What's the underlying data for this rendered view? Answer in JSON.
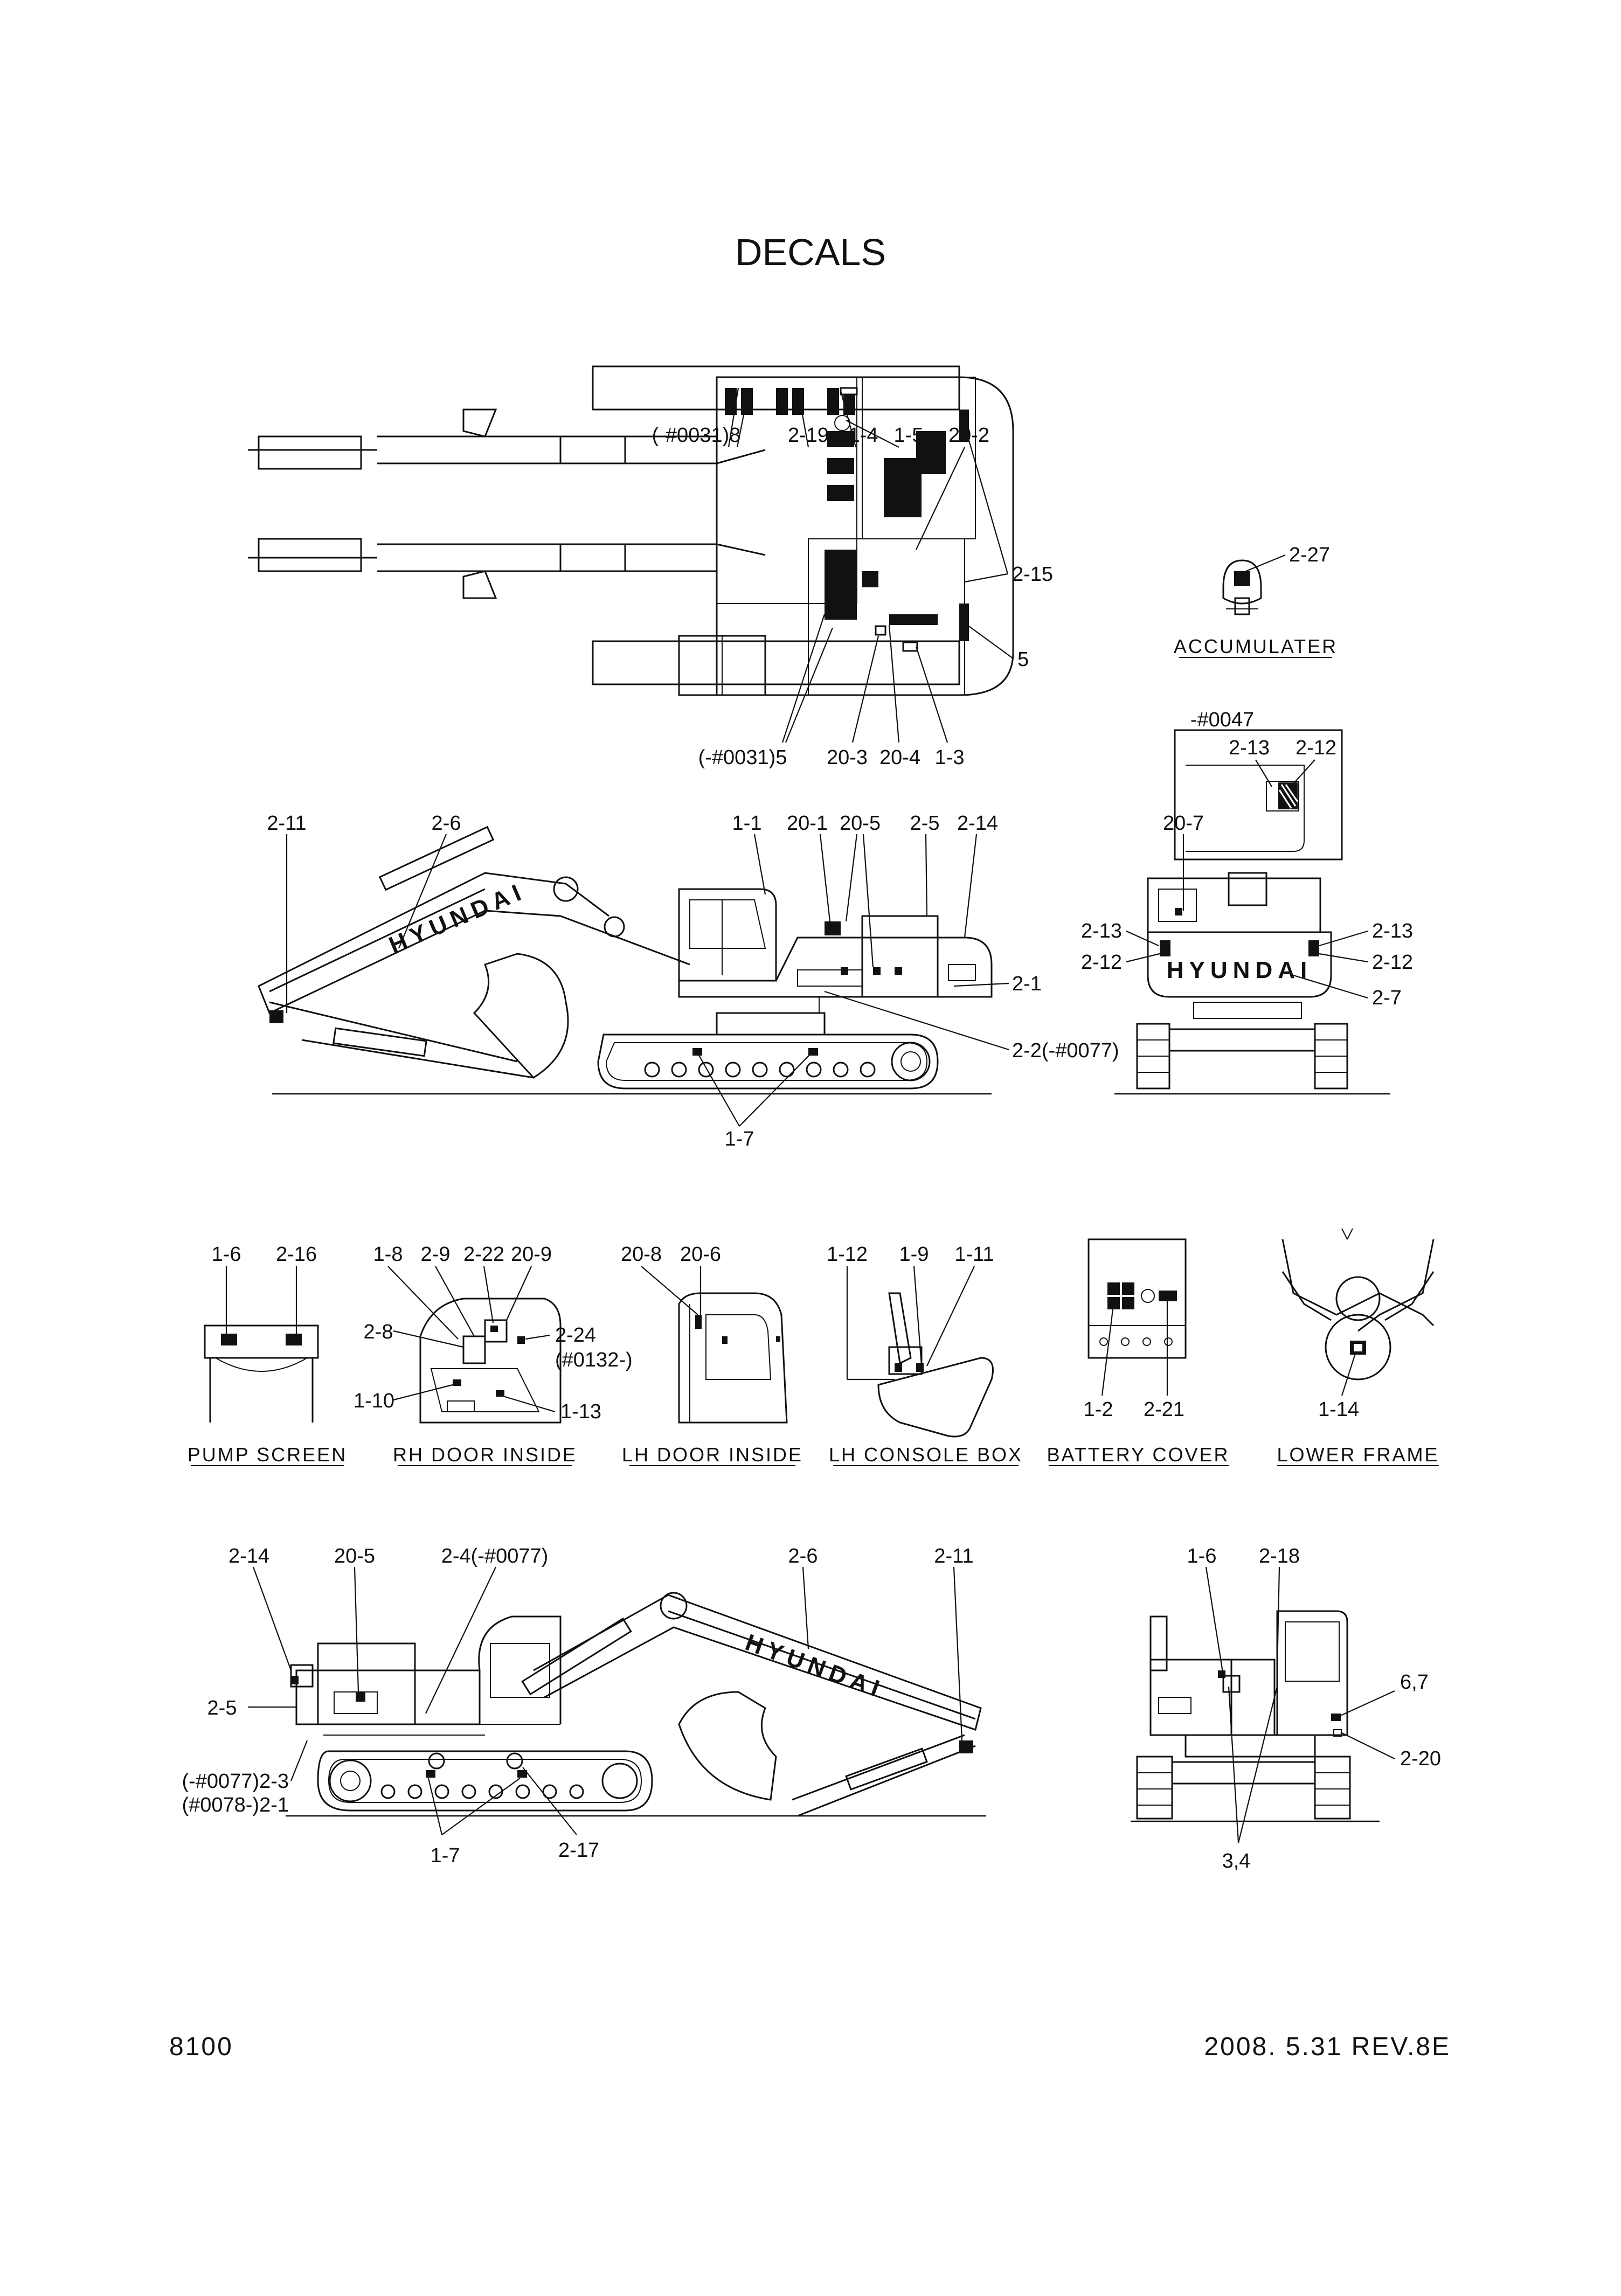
{
  "title": "DECALS",
  "footer": {
    "page_number": "8100",
    "revision": "2008. 5.31  REV.8E"
  },
  "top_view": {
    "callouts": [
      "(-#0031)8",
      "2-19",
      "1-4",
      "1-5",
      "20-2",
      "2-15",
      "5",
      "(-#0031)5",
      "20-3",
      "20-4",
      "1-3"
    ]
  },
  "accumulator": {
    "callout": "2-27",
    "caption": "ACCUMULATER"
  },
  "rear_view": {
    "serial_note": "-#0047",
    "callouts": [
      "2-13",
      "2-12",
      "20-7",
      "2-13",
      "2-12",
      "2-13",
      "2-12",
      "2-7"
    ],
    "brand": "HYUNDAI"
  },
  "left_side_view": {
    "callouts": [
      "2-11",
      "2-6",
      "1-1",
      "20-1",
      "20-5",
      "2-5",
      "2-14",
      "2-1",
      "2-2(-#0077)",
      "1-7"
    ],
    "brand": "HYUNDAI"
  },
  "details": [
    {
      "caption": "PUMP SCREEN",
      "callouts": [
        "1-6",
        "2-16"
      ]
    },
    {
      "caption": "RH DOOR INSIDE",
      "callouts": [
        "1-8",
        "2-9",
        "2-22",
        "20-9",
        "2-8",
        "2-24",
        "(#0132-)",
        "1-10",
        "1-13"
      ]
    },
    {
      "caption": "LH DOOR INSIDE",
      "callouts": [
        "20-8",
        "20-6"
      ]
    },
    {
      "caption": "LH CONSOLE BOX",
      "callouts": [
        "1-12",
        "1-9",
        "1-11"
      ]
    },
    {
      "caption": "BATTERY COVER",
      "callouts": [
        "1-2",
        "2-21"
      ]
    },
    {
      "caption": "LOWER FRAME",
      "callouts": [
        "1-14"
      ]
    }
  ],
  "right_side_view": {
    "callouts": [
      "2-14",
      "20-5",
      "2-4(-#0077)",
      "2-6",
      "2-11",
      "2-5",
      "(-#0077)2-3",
      "(#0078-)2-1",
      "1-7",
      "2-17"
    ],
    "brand": "HYUNDAI"
  },
  "front_view": {
    "callouts": [
      "1-6",
      "2-18",
      "6,7",
      "2-20",
      "3,4"
    ]
  }
}
